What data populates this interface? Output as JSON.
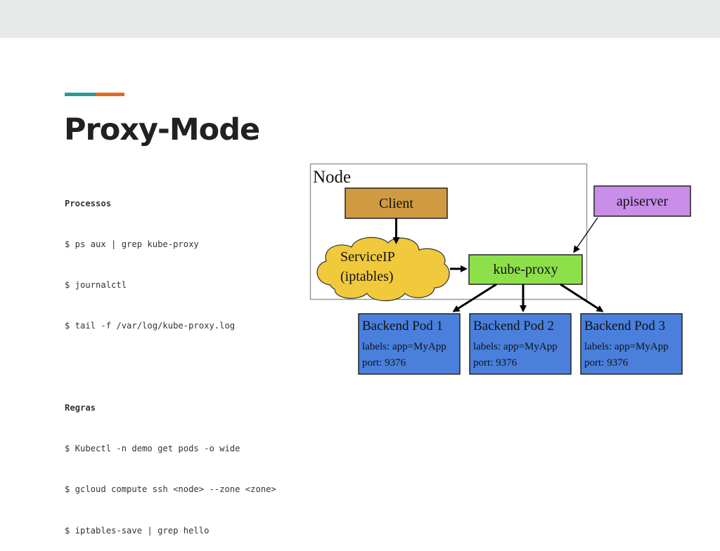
{
  "slide": {
    "title": "Proxy-Mode",
    "accent_colors": {
      "teal": "#2a9a97",
      "orange": "#e06a1e",
      "title_color": "#212121"
    }
  },
  "notes": {
    "processos_heading": "Processos",
    "processos_lines": [
      "$ ps aux | grep kube-proxy",
      "$ journalctl",
      "$ tail -f /var/log/kube-proxy.log"
    ],
    "regras_heading": "Regras",
    "regras_lines": [
      "$ Kubectl -n demo get pods -o wide",
      "$ gcloud compute ssh <node> --zone <zone>",
      "$ iptables-save | grep hello"
    ]
  },
  "diagram": {
    "node_label": "Node",
    "client_label": "Client",
    "serviceip_line1": "ServiceIP",
    "serviceip_line2": "(iptables)",
    "kube_proxy_label": "kube-proxy",
    "apiserver_label": "apiserver",
    "pods": [
      {
        "title": "Backend Pod 1",
        "labels": "labels: app=MyApp",
        "port": "port: 9376"
      },
      {
        "title": "Backend Pod 2",
        "labels": "labels: app=MyApp",
        "port": "port: 9376"
      },
      {
        "title": "Backend Pod 3",
        "labels": "labels: app=MyApp",
        "port": "port: 9376"
      }
    ],
    "colors": {
      "client": "#d09a40",
      "serviceip": "#f0c93c",
      "kube_proxy": "#8ee04a",
      "apiserver": "#c88ee8",
      "pod": "#4a80dc",
      "node_border": "#999999"
    }
  }
}
